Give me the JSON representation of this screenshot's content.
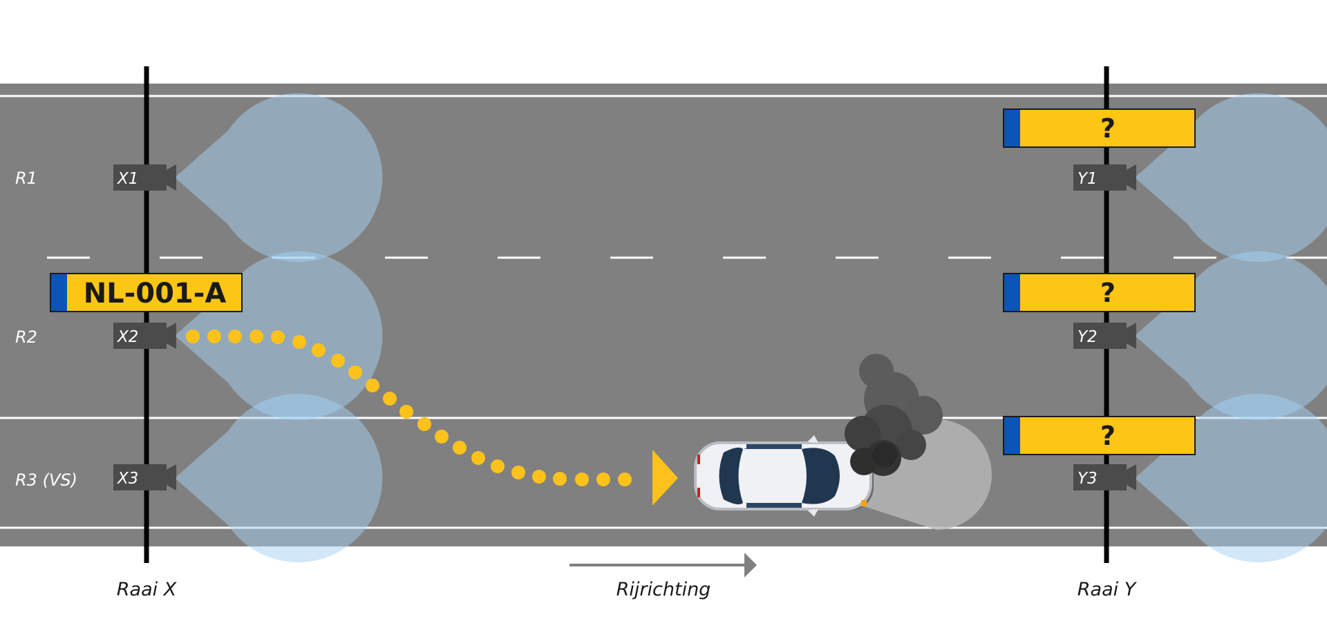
{
  "lanes": [
    {
      "label": "R1"
    },
    {
      "label": "R2"
    },
    {
      "label": "R3 (VS)"
    }
  ],
  "cameras_x": [
    {
      "label": "X1"
    },
    {
      "label": "X2"
    },
    {
      "label": "X3"
    }
  ],
  "cameras_y": [
    {
      "label": "Y1"
    },
    {
      "label": "Y2"
    },
    {
      "label": "Y3"
    }
  ],
  "plates": {
    "known": "NL-001-A",
    "unknown": [
      "?",
      "?",
      "?"
    ]
  },
  "raai": {
    "x_label": "Raai X",
    "y_label": "Raai Y"
  },
  "direction": {
    "label": "Rijrichting"
  },
  "colors": {
    "road": "#808080",
    "plate_yellow": "#fdc615",
    "plate_blue": "#0b55b8",
    "camera": "#4b4b4b",
    "camera_view": "#a6d2f4",
    "trajectory": "#fcc21b",
    "lane_marking": "#ffffff",
    "smoke": "#3f3f3f"
  },
  "icons": {
    "camera": "camera-icon",
    "car": "car-icon",
    "smoke": "smoke-icon",
    "arrow": "arrow-right-icon"
  }
}
